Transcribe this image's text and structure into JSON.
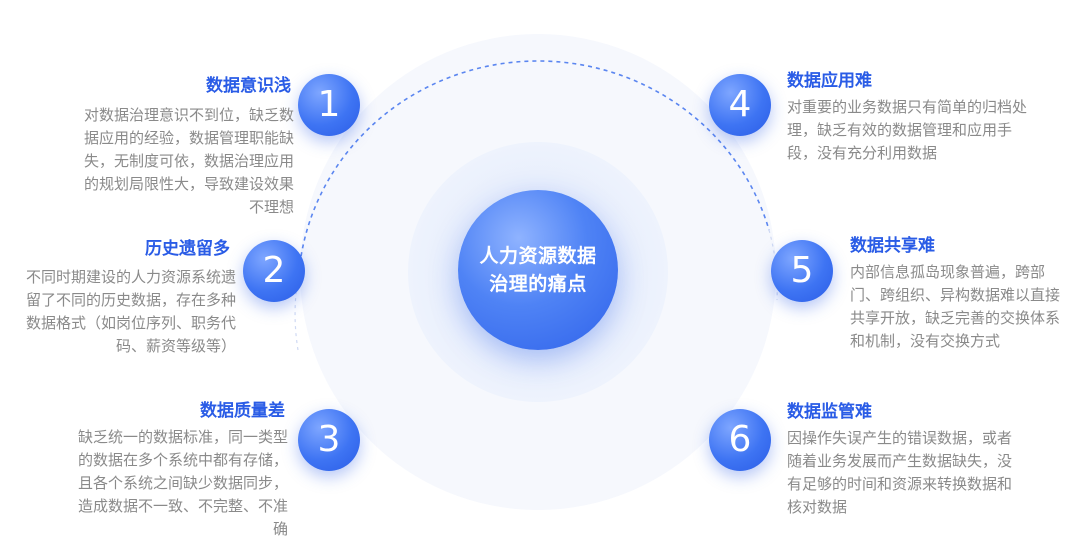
{
  "center": {
    "title": "人力资源数据治理的痛点"
  },
  "items": [
    {
      "number": "1",
      "title": "数据意识浅",
      "desc": "对数据治理意识不到位，缺乏数据应用的经验，数据管理职能缺失，无制度可依，数据治理应用的规划局限性大，导致建设效果不理想"
    },
    {
      "number": "2",
      "title": "历史遗留多",
      "desc": "不同时期建设的人力资源系统遗留了不同的历史数据，存在多种数据格式（如岗位序列、职务代码、薪资等级等）"
    },
    {
      "number": "3",
      "title": "数据质量差",
      "desc": "缺乏统一的数据标准，同一类型的数据在多个系统中都有存储，且各个系统之间缺少数据同步，造成数据不一致、不完整、不准确"
    },
    {
      "number": "4",
      "title": "数据应用难",
      "desc": "对重要的业务数据只有简单的归档处理，缺乏有效的数据管理和应用手段，没有充分利用数据"
    },
    {
      "number": "5",
      "title": "数据共享难",
      "desc": "内部信息孤岛现象普遍，跨部门、跨组织、异构数据难以直接共享开放，缺乏完善的交换体系和机制，没有交换方式"
    },
    {
      "number": "6",
      "title": "数据监管难",
      "desc": "因操作失误产生的错误数据，或者随着业务发展而产生数据缺失，没有足够的时间和资源来转换数据和核对数据"
    }
  ],
  "colors": {
    "accent": "#2a5ce6",
    "text": "#8a8a8a",
    "ring": "#5b86f0"
  }
}
